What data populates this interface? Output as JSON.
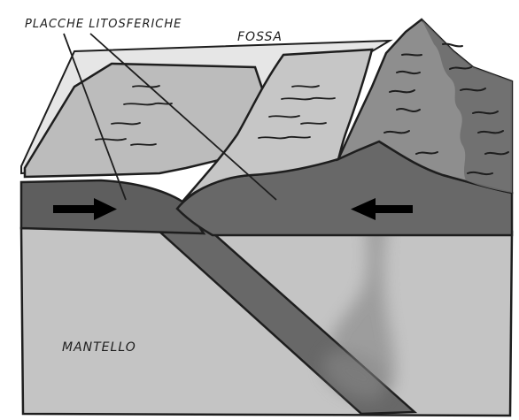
{
  "labels": {
    "plates": "PLACCHE LITOSFERICHE",
    "trench": "FOSSA",
    "mantle": "MANTELLO"
  },
  "colors": {
    "background": "#ffffff",
    "mantle": "#c4c4c4",
    "plate": "#686868",
    "plate_dark": "#5a5a5a",
    "crust_light": "#bcbcbc",
    "crust_top": "#e6e6e6",
    "mountain": "#8e8e8e",
    "mountain_dark": "#6e6e6e",
    "plume": "#9a9a9a",
    "outline": "#1e1e1e",
    "arrow": "#000000"
  },
  "icons": {
    "left_arrow": "arrow-right-icon",
    "right_arrow": "arrow-left-icon"
  }
}
